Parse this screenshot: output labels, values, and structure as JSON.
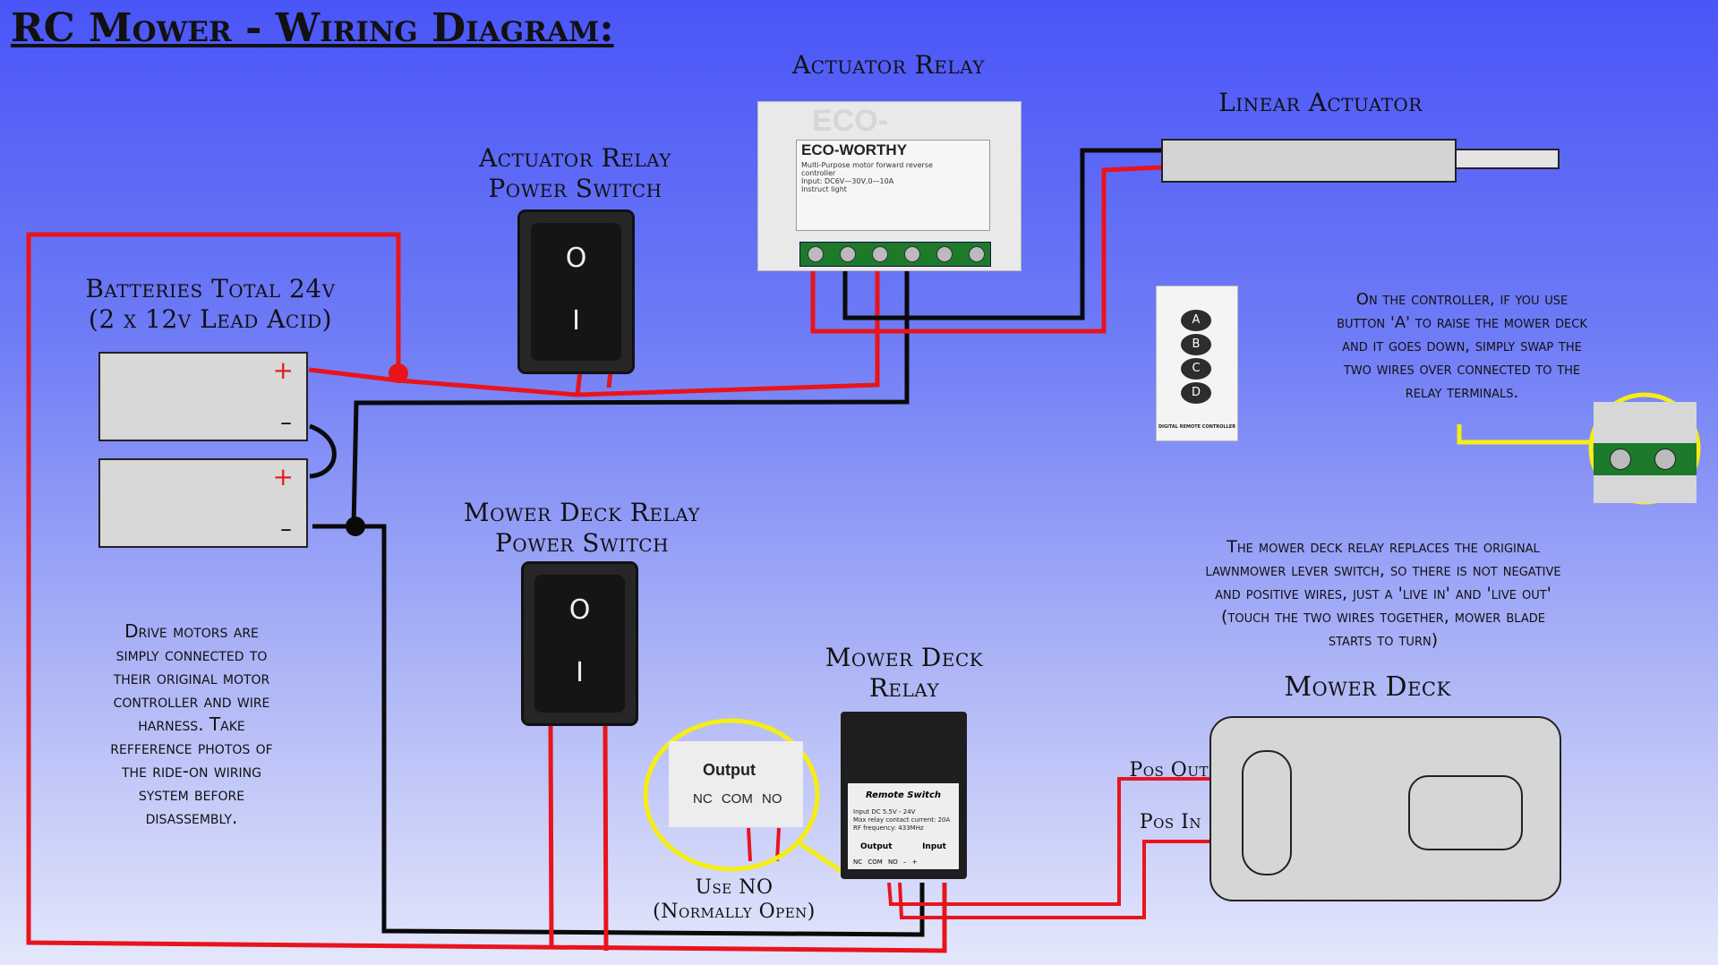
{
  "title": "RC Mower - Wiring Diagram:",
  "labels": {
    "batteries_line1": "Batteries Total 24v",
    "batteries_line2": "(2 x 12v Lead Acid)",
    "actuator_relay": "Actuator Relay",
    "actuator_switch_line1": "Actuator Relay",
    "actuator_switch_line2": "Power Switch",
    "linear_actuator": "Linear Actuator",
    "mower_switch_line1": "Mower Deck Relay",
    "mower_switch_line2": "Power Switch",
    "mower_relay_line1": "Mower Deck",
    "mower_relay_line2": "Relay",
    "mower_deck": "Mower Deck",
    "pos_out": "Pos Out",
    "pos_in": "Pos In",
    "use_no_line1": "Use NO",
    "use_no_line2": "(Normally Open)"
  },
  "notes": {
    "controller": [
      "On the controller, if you use",
      "button 'A' to raise the mower deck",
      "and it goes down, simply swap the",
      "two wires over connected to the",
      "relay terminals."
    ],
    "mower_relay": [
      "The mower deck relay replaces the original",
      "lawnmower lever switch, so there is not negative",
      "and positive wires, just a 'live in' and 'live out'",
      "(touch the two wires together, mower blade",
      "starts to turn)"
    ],
    "drive_motors": [
      "Drive motors are",
      "simply connected to",
      "their original motor",
      "controller and wire",
      "harness. Take",
      "refference photos of",
      "the ride-on wiring",
      "system before",
      "disassembly."
    ]
  },
  "battery": {
    "plus": "+",
    "minus": "–"
  },
  "switch": {
    "o": "O",
    "i": "I"
  },
  "actuator_relay_device": {
    "watermark": "ECO-WORTHY",
    "brand": "ECO-WORTHY",
    "spec_1": "Multi-Purpose motor forward reverse controller",
    "spec_2": "Input: DC6V—30V,0—10A",
    "spec_3": "Instruct light"
  },
  "remote": {
    "buttons": [
      "A",
      "B",
      "C",
      "D"
    ],
    "brand": "DIGITAL REMOTE CONTROLLER"
  },
  "mower_relay_device": {
    "heading": "Remote Switch",
    "spec": [
      "Input DC 5.5V - 24V",
      "Max relay contact current: 20A",
      "RF frequency: 433MHz"
    ],
    "output": "Output",
    "input": "Input",
    "pins": "NC COM NO – +"
  },
  "zoom_output": {
    "label": "Output",
    "pins": "NC COM NO"
  },
  "colors": {
    "positive": "#e8141c",
    "negative": "#0a0a0a",
    "highlight": "#f6ee12"
  }
}
